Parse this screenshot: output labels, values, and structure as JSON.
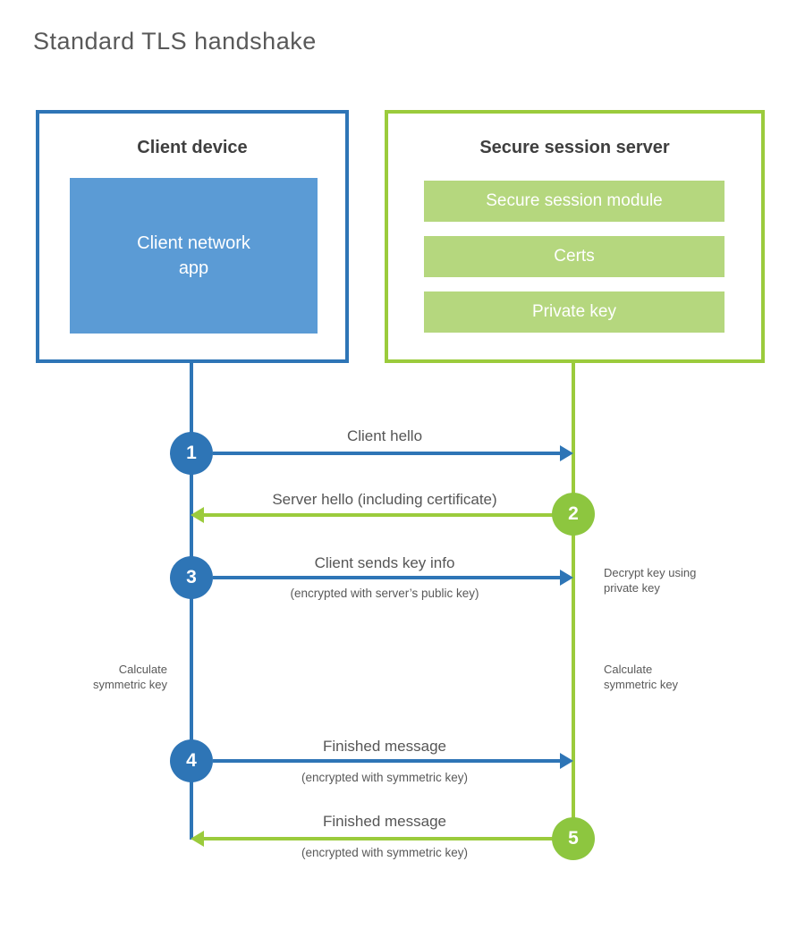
{
  "title": "Standard TLS handshake",
  "palette": {
    "blue": "#2e75b6",
    "blue_light": "#5b9bd5",
    "green_stroke": "#9bcb3c",
    "green_circle": "#8dc63f",
    "green_bar": "#b5d77e",
    "heading_text": "#3f3f3f",
    "label_text": "#595959"
  },
  "client": {
    "title": "Client device",
    "app_lines": [
      "Client network",
      "app"
    ]
  },
  "server": {
    "title": "Secure session server",
    "modules": [
      "Secure session module",
      "Certs",
      "Private key"
    ]
  },
  "steps": [
    {
      "n": "1",
      "label": "Client hello",
      "sub": ""
    },
    {
      "n": "2",
      "label": "Server hello (including certificate)",
      "sub": ""
    },
    {
      "n": "3",
      "label": "Client sends key info",
      "sub": "(encrypted with server’s public key)"
    },
    {
      "n": "4",
      "label": "Finished message",
      "sub": "(encrypted with symmetric key)"
    },
    {
      "n": "5",
      "label": "Finished message",
      "sub": "(encrypted with symmetric key)"
    }
  ],
  "notes": {
    "decrypt_line1": "Decrypt key using",
    "decrypt_line2": "private key",
    "calc_line1": "Calculate",
    "calc_line2": "symmetric key"
  }
}
